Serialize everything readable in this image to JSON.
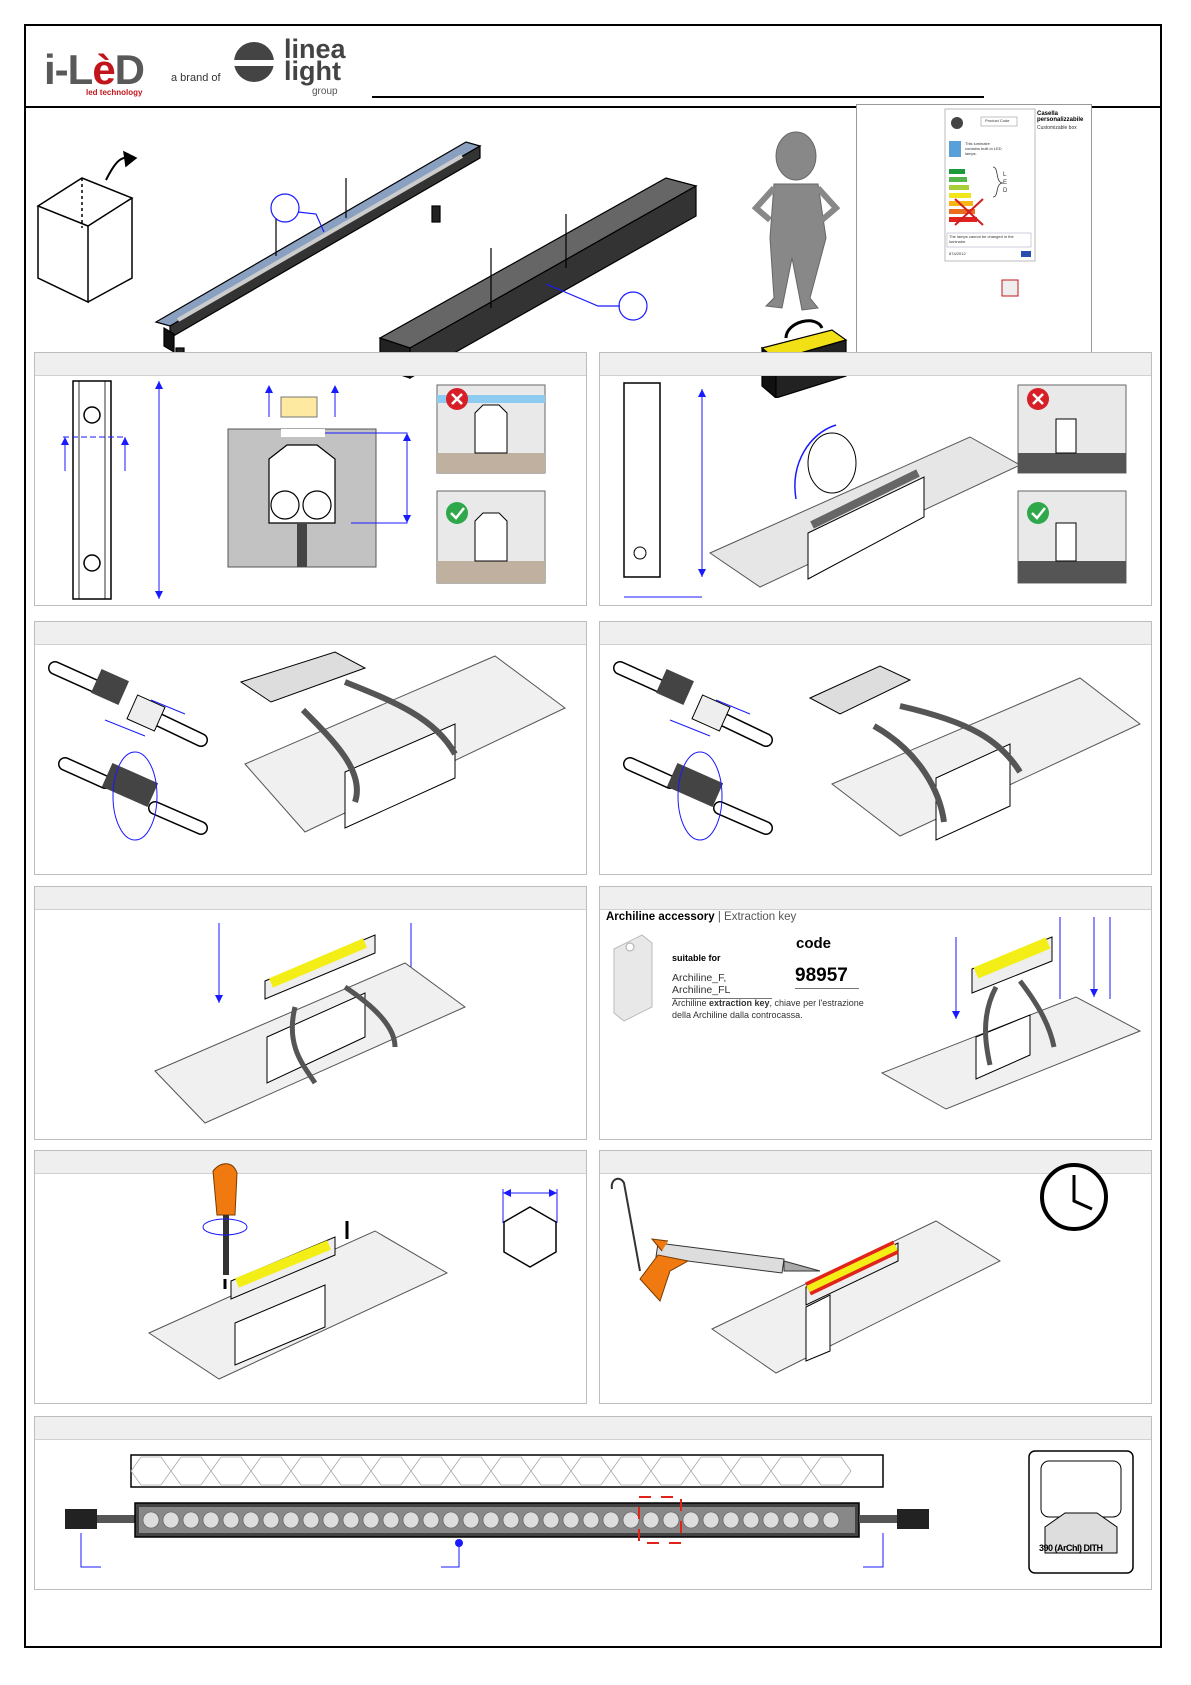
{
  "header": {
    "brand_main": "i-LèD",
    "brand_sub": "led technology",
    "brand_of": "a brand of",
    "group_name_1": "linea",
    "group_name_2": "light",
    "group_name_3": "group"
  },
  "label_card": {
    "title": "Casella personalizzabile",
    "subtitle": "Customizable box",
    "product_code": "Product Code",
    "lamp_text": "This luminaire contains built-in LED lamps.",
    "led_letters": "L E D",
    "no_change_text": "The lamps cannot be changed in the luminaire.",
    "reg": "874/2012"
  },
  "accessory": {
    "title_bold": "Archiline accessory",
    "title_rest": " | Extraction key",
    "code_label": "code",
    "suitable_label": "suitable for",
    "models": "Archiline_F, Archiline_FL",
    "code_value": "98957",
    "desc_prefix": "Archiline ",
    "desc_bold": "extraction key",
    "desc_rest": ", chiave per l'estrazione della Archiline dalla controcassa."
  },
  "rating_plate": {
    "text": "390 (ArChI) DITH"
  }
}
